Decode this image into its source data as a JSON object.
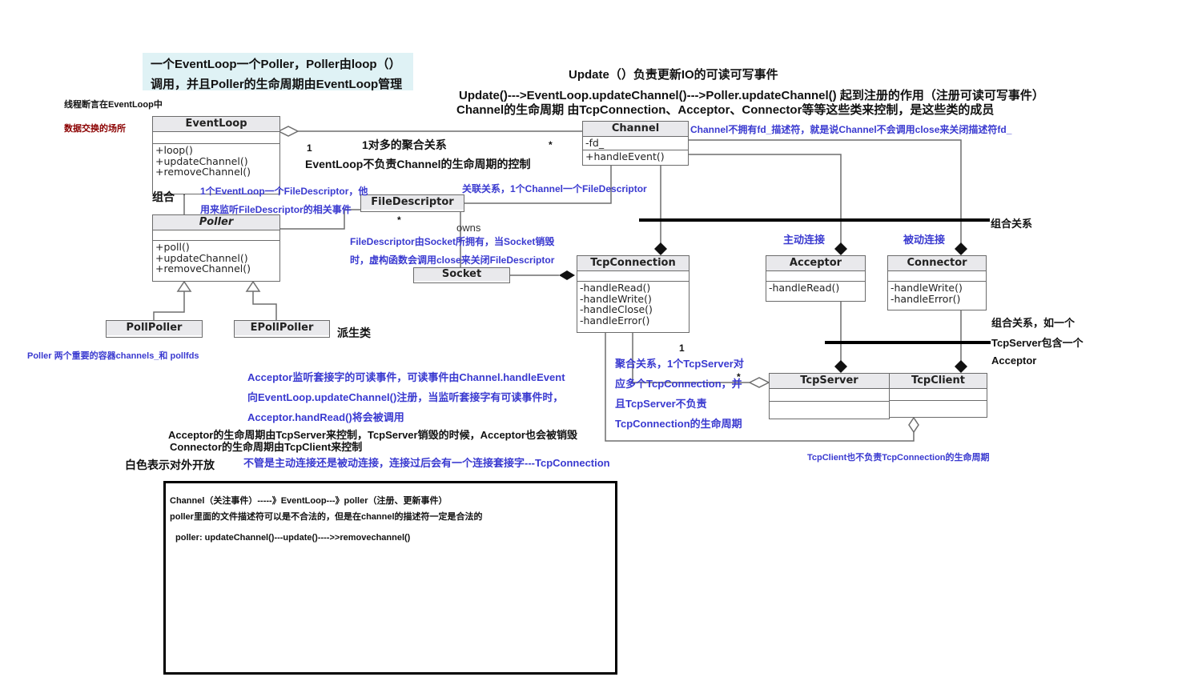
{
  "classes": {
    "eventloop": {
      "name": "EventLoop",
      "ops": [
        "+loop()",
        "+updateChannel()",
        "+removeChannel()"
      ]
    },
    "channel": {
      "name": "Channel",
      "attrs": [
        "-fd_"
      ],
      "ops": [
        "+handleEvent()"
      ]
    },
    "poller": {
      "name": "Poller",
      "ops": [
        "+poll()",
        "+updateChannel()",
        "+removeChannel()"
      ]
    },
    "filedescriptor": {
      "name": "FileDescriptor"
    },
    "socket": {
      "name": "Socket"
    },
    "pollpoller": {
      "name": "PollPoller"
    },
    "epollpoller": {
      "name": "EPollPoller"
    },
    "tcpconnection": {
      "name": "TcpConnection",
      "ops": [
        "-handleRead()",
        "-handleWrite()",
        "-handleClose()",
        "-handleError()"
      ]
    },
    "acceptor": {
      "name": "Acceptor",
      "ops": [
        "-handleRead()"
      ]
    },
    "connector": {
      "name": "Connector",
      "ops": [
        "-handleWrite()",
        "-handleError()"
      ]
    },
    "tcpserver": {
      "name": "TcpServer"
    },
    "tcpclient": {
      "name": "TcpClient"
    }
  },
  "labels": {
    "top_note_1": "一个EventLoop一个Poller，Poller由loop（）",
    "top_note_2": "调用，并且Poller的生命周期由EventLoop管理",
    "assert_note": "线程断言在EventLoop中",
    "exchange_note": "数据交换的场所",
    "update_title": "Update（）负责更新IO的可读可写事件",
    "update_chain": "Update()--->EventLoop.updateChannel()--->Poller.updateChannel() 起到注册的作用（注册可读可写事件）",
    "channel_lifecycle": "Channel的生命周期 由TcpConnection、Acceptor、Connector等等这些类来控制，是这些类的成员",
    "channel_fd_note": "Channel不拥有fd_描述符，就是说Channel不会调用close来关闭描述符fd_",
    "mult_1": "1",
    "mult_star": "*",
    "agg_1_to_many": "1对多的聚合关系",
    "agg_not_control": "EventLoop不负责Channel的生命周期的控制",
    "composition": "组合",
    "one_fd_1": "1个EventLoop一个FileDescriptor，他",
    "one_fd_2": "用来监听FileDescriptor的相关事件",
    "assoc_fd": "关联关系，1个Channel一个FileDescriptor",
    "owns": "owns",
    "fd_owned_1": "FileDescriptor由Socket所拥有，当Socket销毁",
    "fd_owned_2": "时，虚构函数会调用close来关闭FileDescriptor",
    "composition_rel": "组合关系",
    "active_conn": "主动连接",
    "passive_conn": "被动连接",
    "derived": "派生类",
    "poller_containers": "Poller 两个重要的容器channels_和 pollfds",
    "compo_example_1": "组合关系，如一个",
    "compo_example_2": "TcpServer包含一个",
    "compo_example_3": "Acceptor",
    "agg_tcpserver_1": "聚合关系，1个TcpServer对",
    "agg_tcpserver_2": "应多个TcpConnection，并",
    "agg_tcpserver_3": "且TcpServer不负责",
    "agg_tcpserver_4": "TcpConnection的生命周期",
    "acceptor_note_1": "Acceptor监听套接字的可读事件，可读事件由Channel.handleEvent",
    "acceptor_note_2": "向EventLoop.updateChannel()注册，当监听套接字有可读事件时，",
    "acceptor_note_3": "Acceptor.handRead()将会被调用",
    "acceptor_life": "Acceptor的生命周期由TcpServer来控制，TcpServer销毁的时候，Acceptor也会被销毁",
    "connector_life": "Connector的生命周期由TcpClient来控制",
    "white_public": "白色表示对外开放",
    "conn_socket_note": "不管是主动连接还是被动连接，连接过后会有一个连接套接字---TcpConnection",
    "tcpclient_note": "TcpClient也不负责TcpConnection的生命周期"
  },
  "note_box": {
    "line1": "Channel（关注事件）-----》EventLoop---》poller（注册、更新事件）",
    "line2": "poller里面的文件描述符可以是不合法的，但是在channel的描述符一定是合法的",
    "line3": "poller: updateChannel()---update()---->>removechannel()"
  },
  "colors": {
    "annotation_blue": "#3a3ad0",
    "annotation_red": "#8b0000",
    "highlight": "#dff2f5",
    "class_header": "#e9e9ec"
  }
}
